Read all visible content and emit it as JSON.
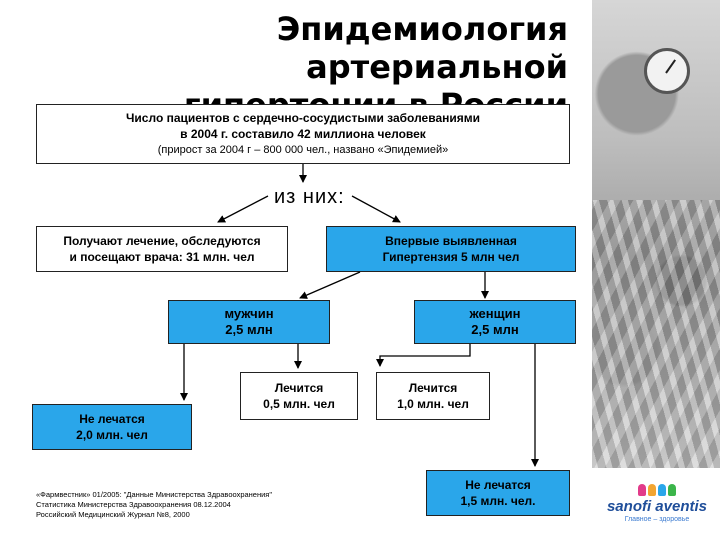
{
  "title": {
    "line1": "Эпидемиология",
    "line2": "артериальной",
    "line3": "гипертонии в России"
  },
  "summary": {
    "line1": "Число пациентов с сердечно-сосудистыми заболеваниями",
    "line2": "в 2004 г. составило 42 миллиона человек",
    "line3": "(прирост за 2004 г – 800 000 чел., названо «Эпидемией»"
  },
  "of_them": "из них:",
  "boxes": {
    "treated": {
      "line1": "Получают лечение, обследуются",
      "line2": "и посещают врача: 31 млн. чел"
    },
    "new_cases": {
      "line1": "Впервые выявленная",
      "line2": "Гипертензия 5 млн чел"
    },
    "men": {
      "line1": "мужчин",
      "line2": "2,5 млн"
    },
    "women": {
      "line1": "женщин",
      "line2": "2,5 млн"
    },
    "men_treated": {
      "line1": "Лечится",
      "line2": "0,5 млн. чел"
    },
    "women_treated": {
      "line1": "Лечится",
      "line2": "1,0 млн. чел"
    },
    "men_not_treated": {
      "line1": "Не лечатся",
      "line2": "2,0 млн. чел"
    },
    "women_not_treated": {
      "line1": "Не лечатся",
      "line2": "1,5 млн. чел."
    }
  },
  "references": [
    "«Фармвестник» 01/2005: \"Данные Министерства Здравоохранения\"",
    "Статистика Министерства Здравоохранения 08.12.2004",
    "Российский Медицинский Журнал №8, 2000"
  ],
  "logo": {
    "brand": "sanofi aventis",
    "tagline": "Главное – здоровье"
  },
  "colors": {
    "box_blue": "#2aa6ea",
    "logo_blue": "#1f4e9a",
    "logo_figures": [
      "#e23b8a",
      "#f2a531",
      "#2aa6ea",
      "#3bb54a"
    ]
  }
}
